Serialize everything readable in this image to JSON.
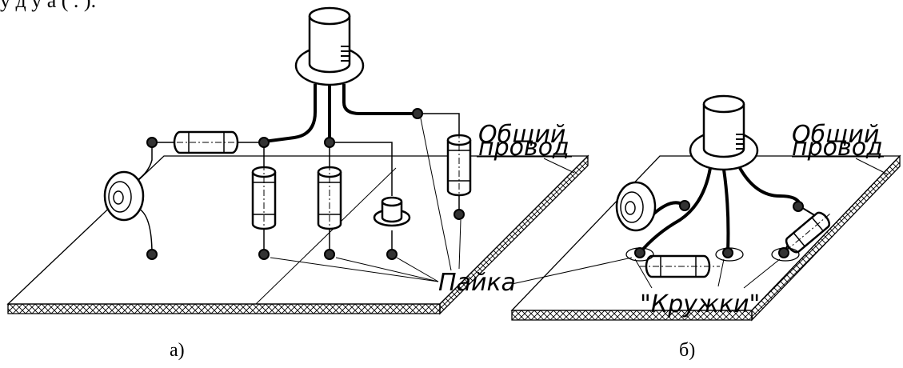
{
  "top_text": "у      д    у а (      . ).",
  "diagram_a": {
    "caption": "а)",
    "label_common_wire_line1": "Общий",
    "label_common_wire_line2": "провод",
    "label_solder": "Пайка"
  },
  "diagram_b": {
    "caption": "б)",
    "label_common_wire_line1": "Общий",
    "label_common_wire_line2": "провод",
    "label_rings": "\"Кружки\""
  }
}
